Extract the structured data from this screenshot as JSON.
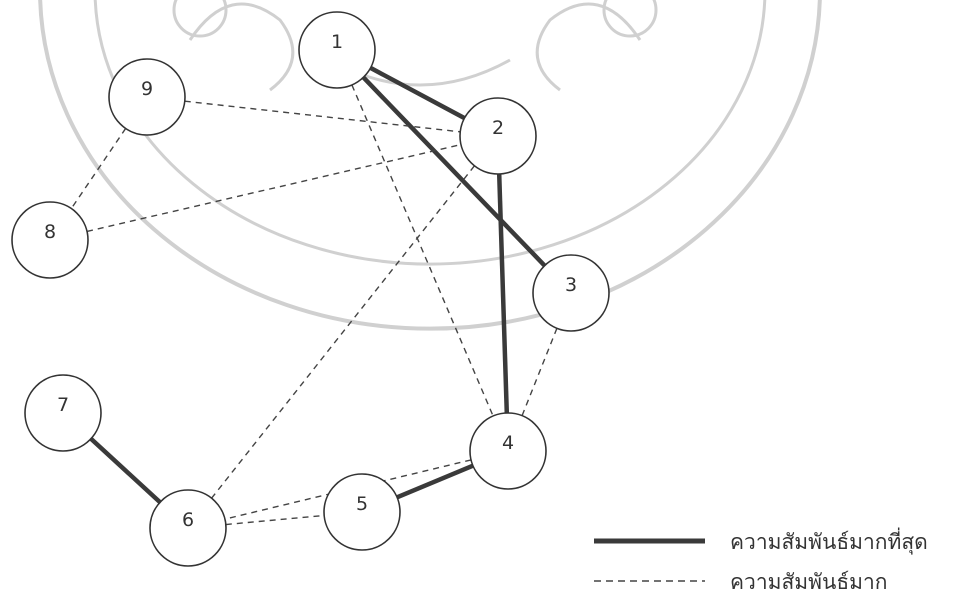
{
  "diagram": {
    "nodes": [
      {
        "id": "1",
        "label": "1"
      },
      {
        "id": "2",
        "label": "2"
      },
      {
        "id": "3",
        "label": "3"
      },
      {
        "id": "4",
        "label": "4"
      },
      {
        "id": "5",
        "label": "5"
      },
      {
        "id": "6",
        "label": "6"
      },
      {
        "id": "7",
        "label": "7"
      },
      {
        "id": "8",
        "label": "8"
      },
      {
        "id": "9",
        "label": "9"
      }
    ],
    "edges": [
      {
        "from": "1",
        "to": "2",
        "type": "strongest"
      },
      {
        "from": "1",
        "to": "3",
        "type": "strongest"
      },
      {
        "from": "2",
        "to": "4",
        "type": "strongest"
      },
      {
        "from": "4",
        "to": "5",
        "type": "strongest"
      },
      {
        "from": "6",
        "to": "7",
        "type": "strongest"
      },
      {
        "from": "1",
        "to": "4",
        "type": "strong"
      },
      {
        "from": "9",
        "to": "2",
        "type": "strong"
      },
      {
        "from": "9",
        "to": "8",
        "type": "strong"
      },
      {
        "from": "8",
        "to": "2",
        "type": "strong"
      },
      {
        "from": "2",
        "to": "6",
        "type": "strong"
      },
      {
        "from": "3",
        "to": "4",
        "type": "strong"
      },
      {
        "from": "4",
        "to": "6",
        "type": "strong"
      },
      {
        "from": "6",
        "to": "5",
        "type": "strong"
      }
    ]
  },
  "legend": {
    "strongest_label": "ความสัมพันธ์มากที่สุด",
    "strong_label": "ความสัมพันธ์มาก"
  },
  "colors": {
    "line": "#3a3a3a",
    "dashed": "#444444",
    "node_stroke": "#333333",
    "watermark": "#d0d0d0"
  }
}
